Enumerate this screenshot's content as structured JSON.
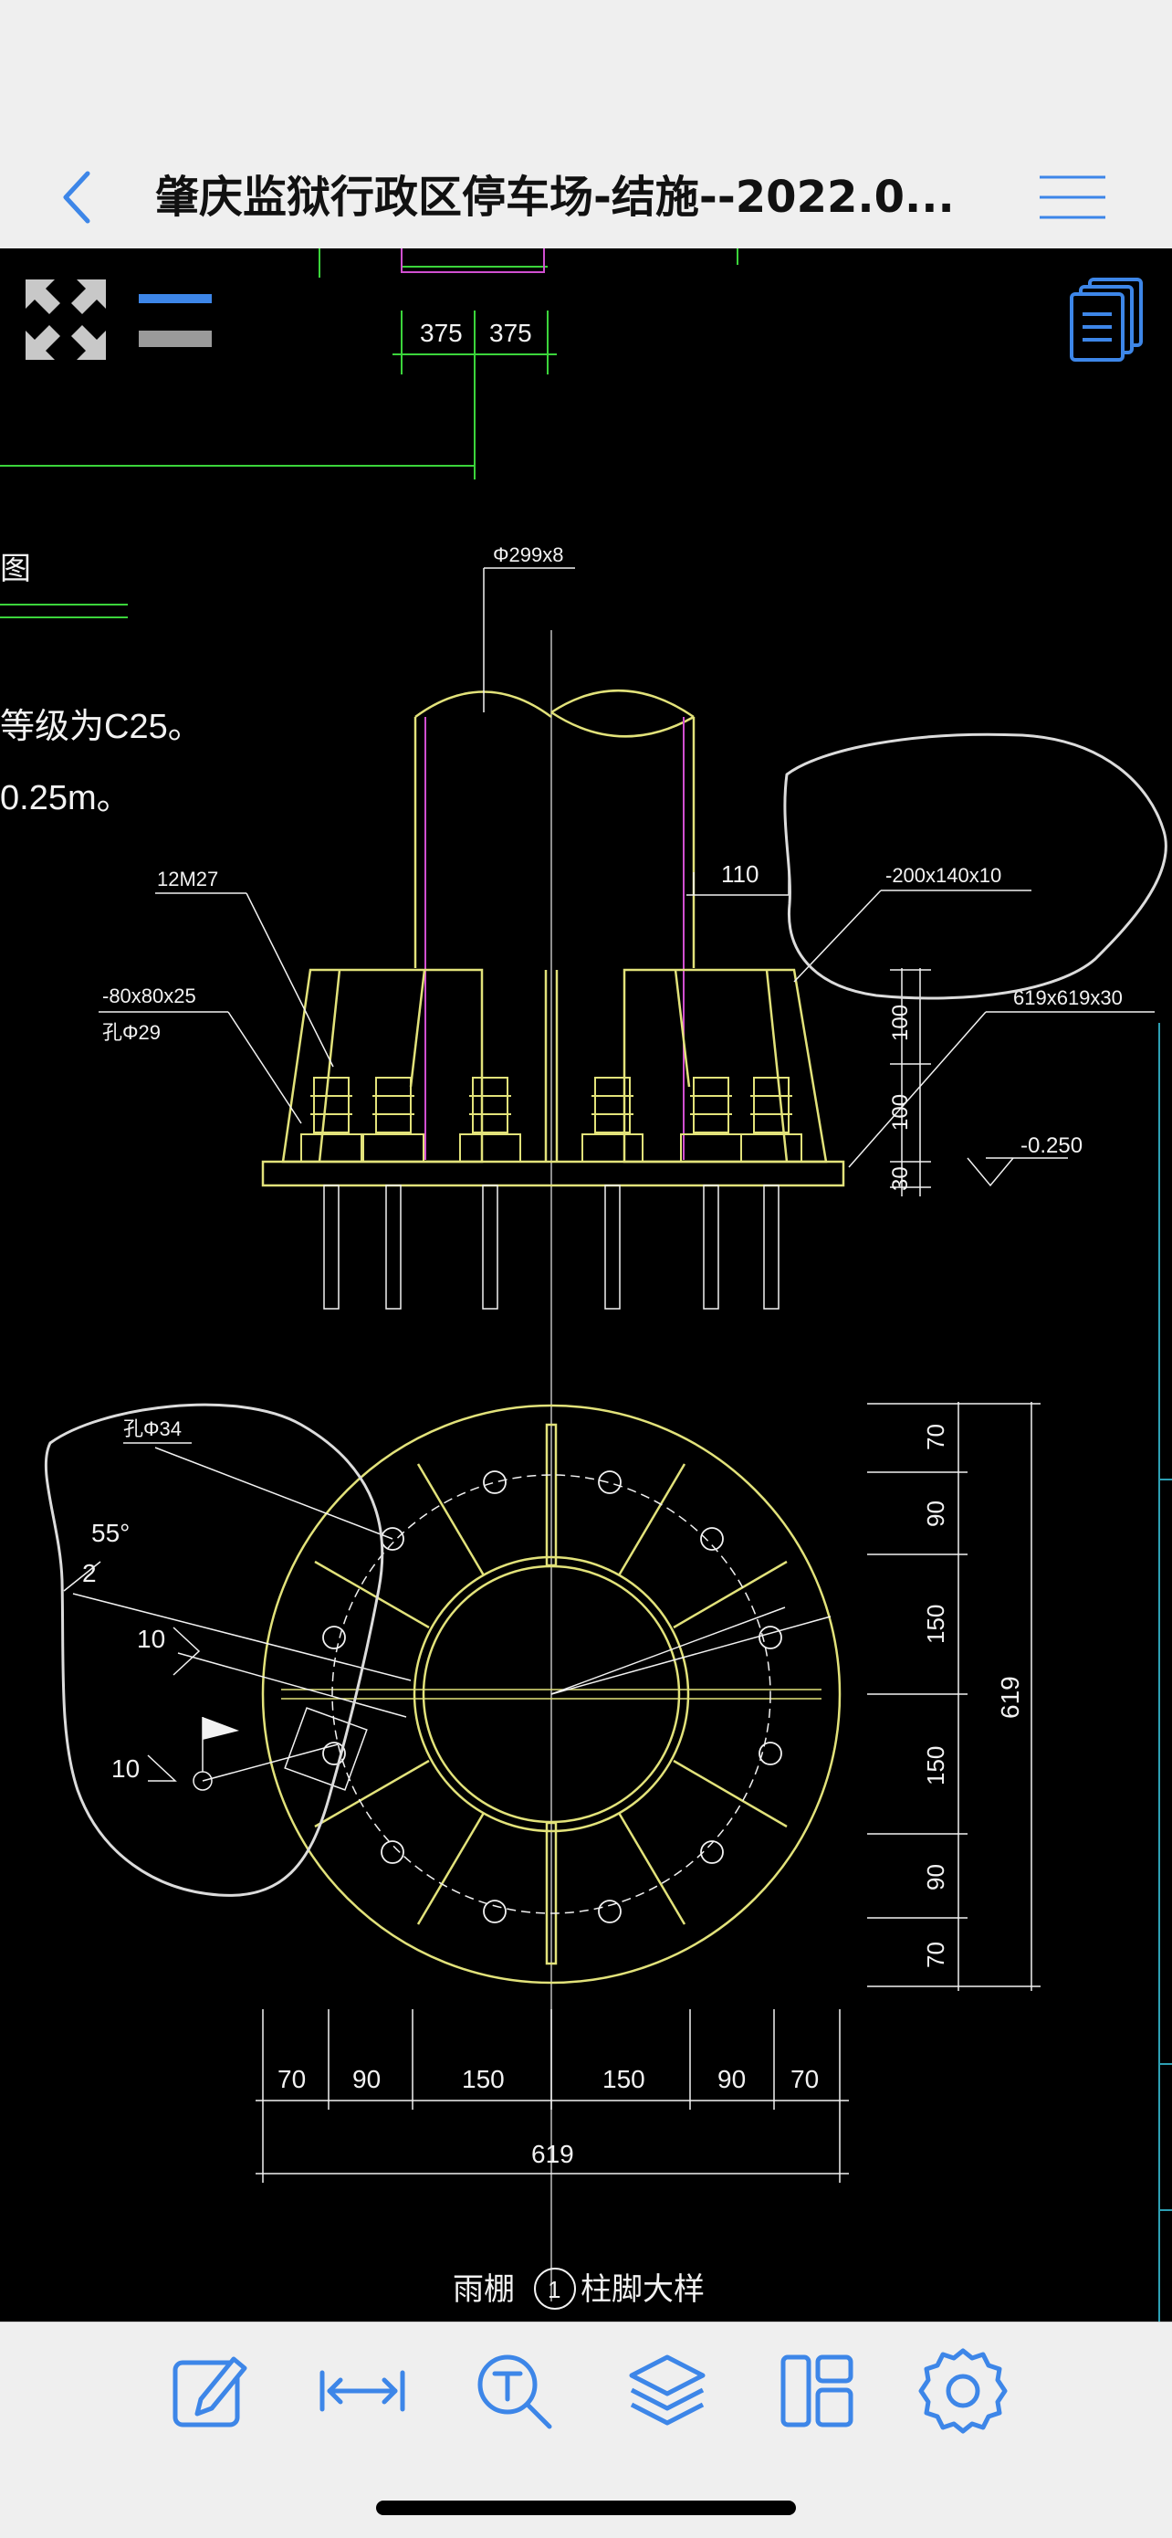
{
  "header": {
    "title": "肇庆监狱行政区停车场-结施--2022.0..."
  },
  "drawing": {
    "top_dims": [
      "375",
      "375"
    ],
    "section_mark_left": "图",
    "note_concrete": "等级为C25。",
    "note_depth": "0.25m。",
    "pipe_label": "Φ299x8",
    "bolt_label": "12M27",
    "washer_label": "-80x80x25",
    "washer_hole": "孔Φ29",
    "dim_110": "110",
    "rib_label": "-200x140x10",
    "plate_label": "619x619x30",
    "elev_label": "-0.250",
    "vert_dims": [
      "100",
      "100",
      "30"
    ],
    "hole_label": "孔Φ34",
    "angle_label": "55°",
    "weld_2": "2",
    "weld_10a": "10",
    "weld_10b": "10",
    "plan_dims_right": [
      "70",
      "90",
      "150",
      "150",
      "90",
      "70"
    ],
    "plan_total_right": "619",
    "plan_dims_bottom": [
      "70",
      "90",
      "150",
      "150",
      "90",
      "70"
    ],
    "plan_total_bottom": "619",
    "caption_left": "雨棚",
    "caption_num": "1",
    "caption_right": "柱脚大样"
  },
  "colors": {
    "accent": "#3d86e8",
    "cad_yellow": "#e2e27a",
    "cad_white": "#f2f2f2",
    "cad_green": "#3bd43b",
    "cad_magenta": "#d14fd1"
  },
  "icons": {
    "back": "chevron-left-icon",
    "menu": "hamburger-icon",
    "fullscreen": "expand-arrows-icon",
    "lineweight": "line-weight-icon",
    "pages": "layout-pages-icon",
    "tools": [
      "edit-note-icon",
      "measure-icon",
      "text-search-icon",
      "layers-icon",
      "layout-icon",
      "settings-gear-icon"
    ]
  }
}
